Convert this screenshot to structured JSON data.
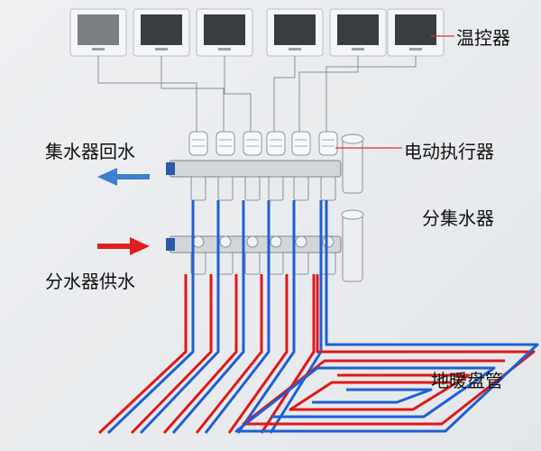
{
  "labels": {
    "thermostat": "温控器",
    "collector_return": "集水器回水",
    "actuator": "电动执行器",
    "manifold": "分集水器",
    "distributor_supply": "分水器供水",
    "floor_coil": "地暖盘管"
  },
  "thermostat_count": 6,
  "actuator_count": 6,
  "colors": {
    "return_pipe": "#1e5fd6",
    "supply_pipe": "#e01818",
    "return_arrow": "#3d7fd0",
    "supply_arrow": "#e02020",
    "wire": "#8a8f94",
    "leader_line": "#e03030"
  }
}
